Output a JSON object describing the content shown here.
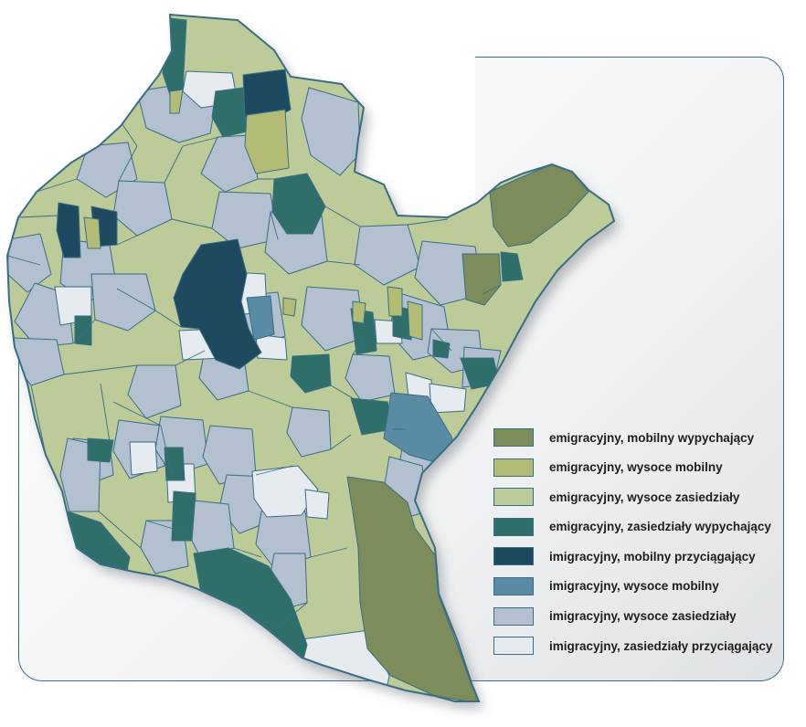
{
  "map": {
    "region": "voivodeship-communes",
    "colors": {
      "emig_mobilny_wypychajacy": "#7c8c5b",
      "emig_wysoce_mobilny": "#b3bc74",
      "emig_wysoce_zasiedzialy": "#bccb98",
      "emig_zasiedzialy_wypychajacy": "#2e6f6a",
      "imig_mobilny_przyciagajacy": "#1d4a5e",
      "imig_wysoce_mobilny": "#5a8ba4",
      "imig_wysoce_zasiedzialy": "#b2c0d0",
      "imig_zasiedzialy_przyciagajacy": "#e6ebef",
      "border": "#3a6e86"
    }
  },
  "legend": {
    "items": [
      {
        "label": "emigracyjny, mobilny wypychający",
        "color": "#7c8c5b"
      },
      {
        "label": "emigracyjny, wysoce mobilny",
        "color": "#b3bc74"
      },
      {
        "label": "emigracyjny, wysoce zasiedziały",
        "color": "#bccb98"
      },
      {
        "label": "emigracyjny, zasiedziały wypychający",
        "color": "#2e6f6a"
      },
      {
        "label": "imigracyjny, mobilny przyciągający",
        "color": "#1d4a5e"
      },
      {
        "label": "imigracyjny, wysoce mobilny",
        "color": "#5a8ba4"
      },
      {
        "label": "imigracyjny, wysoce zasiedziały",
        "color": "#b2c0d0"
      },
      {
        "label": "imigracyjny, zasiedziały przyciągający",
        "color": "#e6ebef"
      }
    ]
  }
}
